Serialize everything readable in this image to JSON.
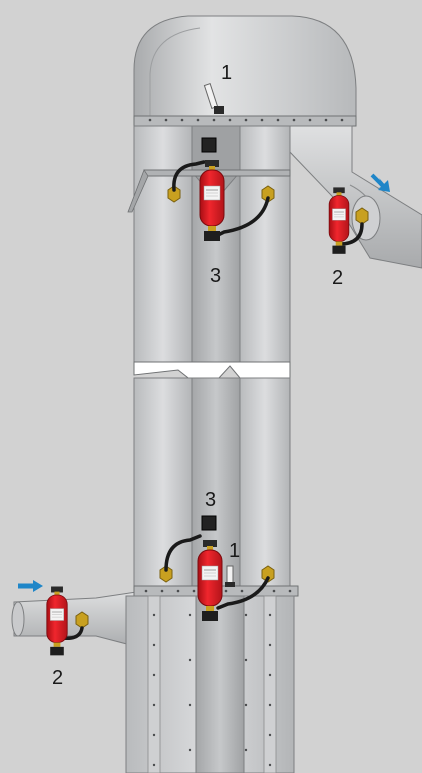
{
  "labels": {
    "sensor_top": "1",
    "sensor_bottom": "1",
    "extinguisher_top": "3",
    "extinguisher_bottom": "3",
    "extinguisher_right": "2",
    "extinguisher_left": "2"
  },
  "colors": {
    "background": "#d2d2d2",
    "metal": "#c4c6c8",
    "metal_dark": "#9a9c9e",
    "extinguisher": "#e11b22",
    "hose": "#1a1a1a",
    "fitting": "#c8a020",
    "flow_arrow": "#1f86c8"
  },
  "icons": [
    "flow-arrow-icon",
    "flow-arrow-icon"
  ]
}
